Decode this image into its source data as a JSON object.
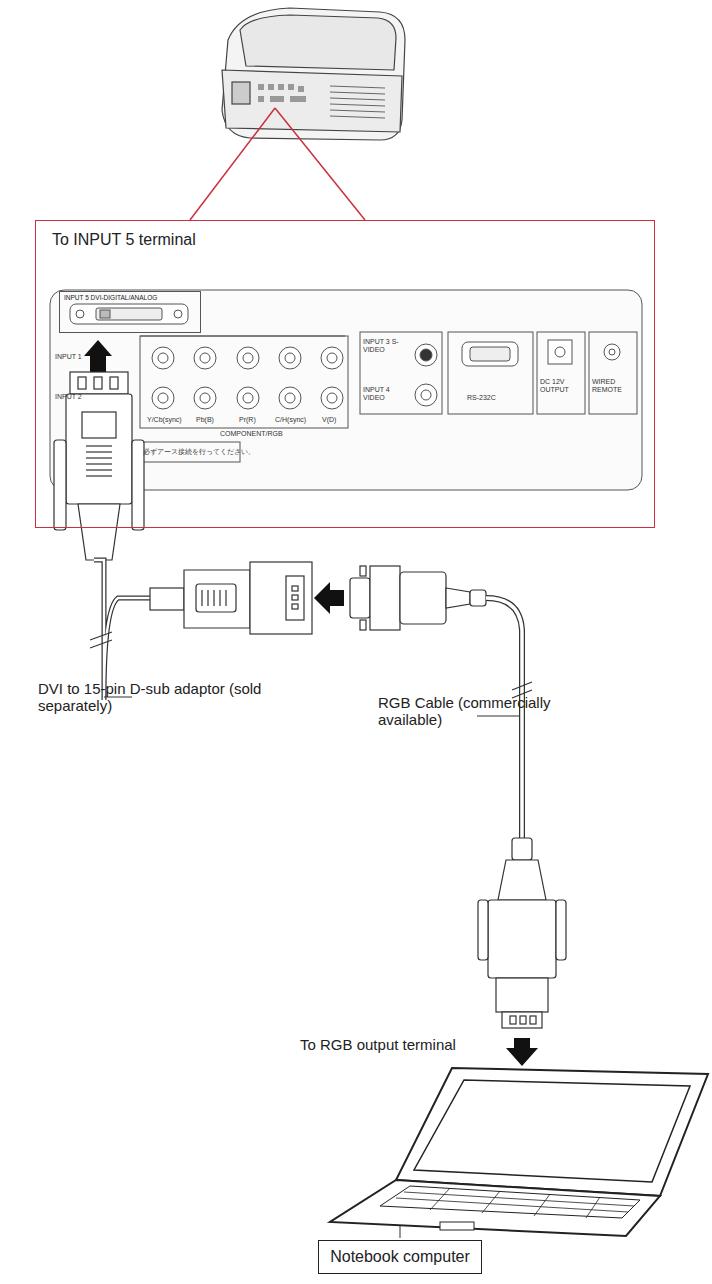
{
  "diagram": {
    "nodes": [
      {
        "text": [
          "To INPUT 5 terminal"
        ]
      },
      {
        "text": [
          "INPUT 5 DVI-DIGITAL/ANALOG"
        ],
        "in": 0
      },
      {
        "text": [
          "Notebook computer"
        ]
      }
    ],
    "labels": [
      "INPUT 1",
      "INPUT 2",
      "Y/Cb(sync)",
      "Pb(B)",
      "Pr(R)",
      "C/H(sync)",
      "V(D)",
      "COMPONENT/RGB",
      "INPUT 3 S-VIDEO",
      "INPUT 4 VIDEO",
      "RS-232C",
      "DC 12V OUTPUT",
      "WIRED REMOTE",
      "必ずアース接続を行ってください。",
      "DVI to 15-pin D-sub adaptor (sold separately)",
      "RGB Cable (commercially available)",
      "To RGB output terminal"
    ]
  }
}
